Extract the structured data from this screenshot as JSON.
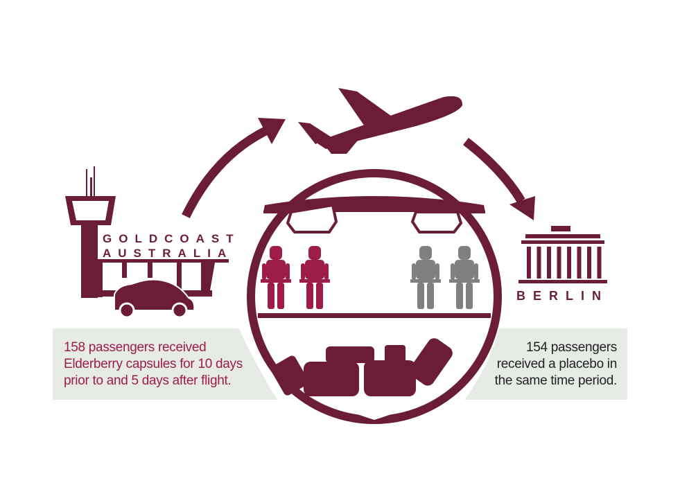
{
  "origin": {
    "line1": "GOLDCOAST",
    "line2": "AUSTRALIA"
  },
  "destination": {
    "name": "BERLIN"
  },
  "treatment_group": {
    "lines": [
      "158 passengers received",
      "Elderberry capsules for 10 days",
      "prior to and 5 days after flight."
    ],
    "passengers": 158
  },
  "placebo_group": {
    "lines": [
      "154 passengers",
      "received a placebo in",
      "the same time period."
    ],
    "passengers": 154
  },
  "colors": {
    "maroon": "#6b1d36",
    "treatment": "#9e1c49",
    "placebo": "#808080",
    "panel": "#e6ebe6"
  }
}
